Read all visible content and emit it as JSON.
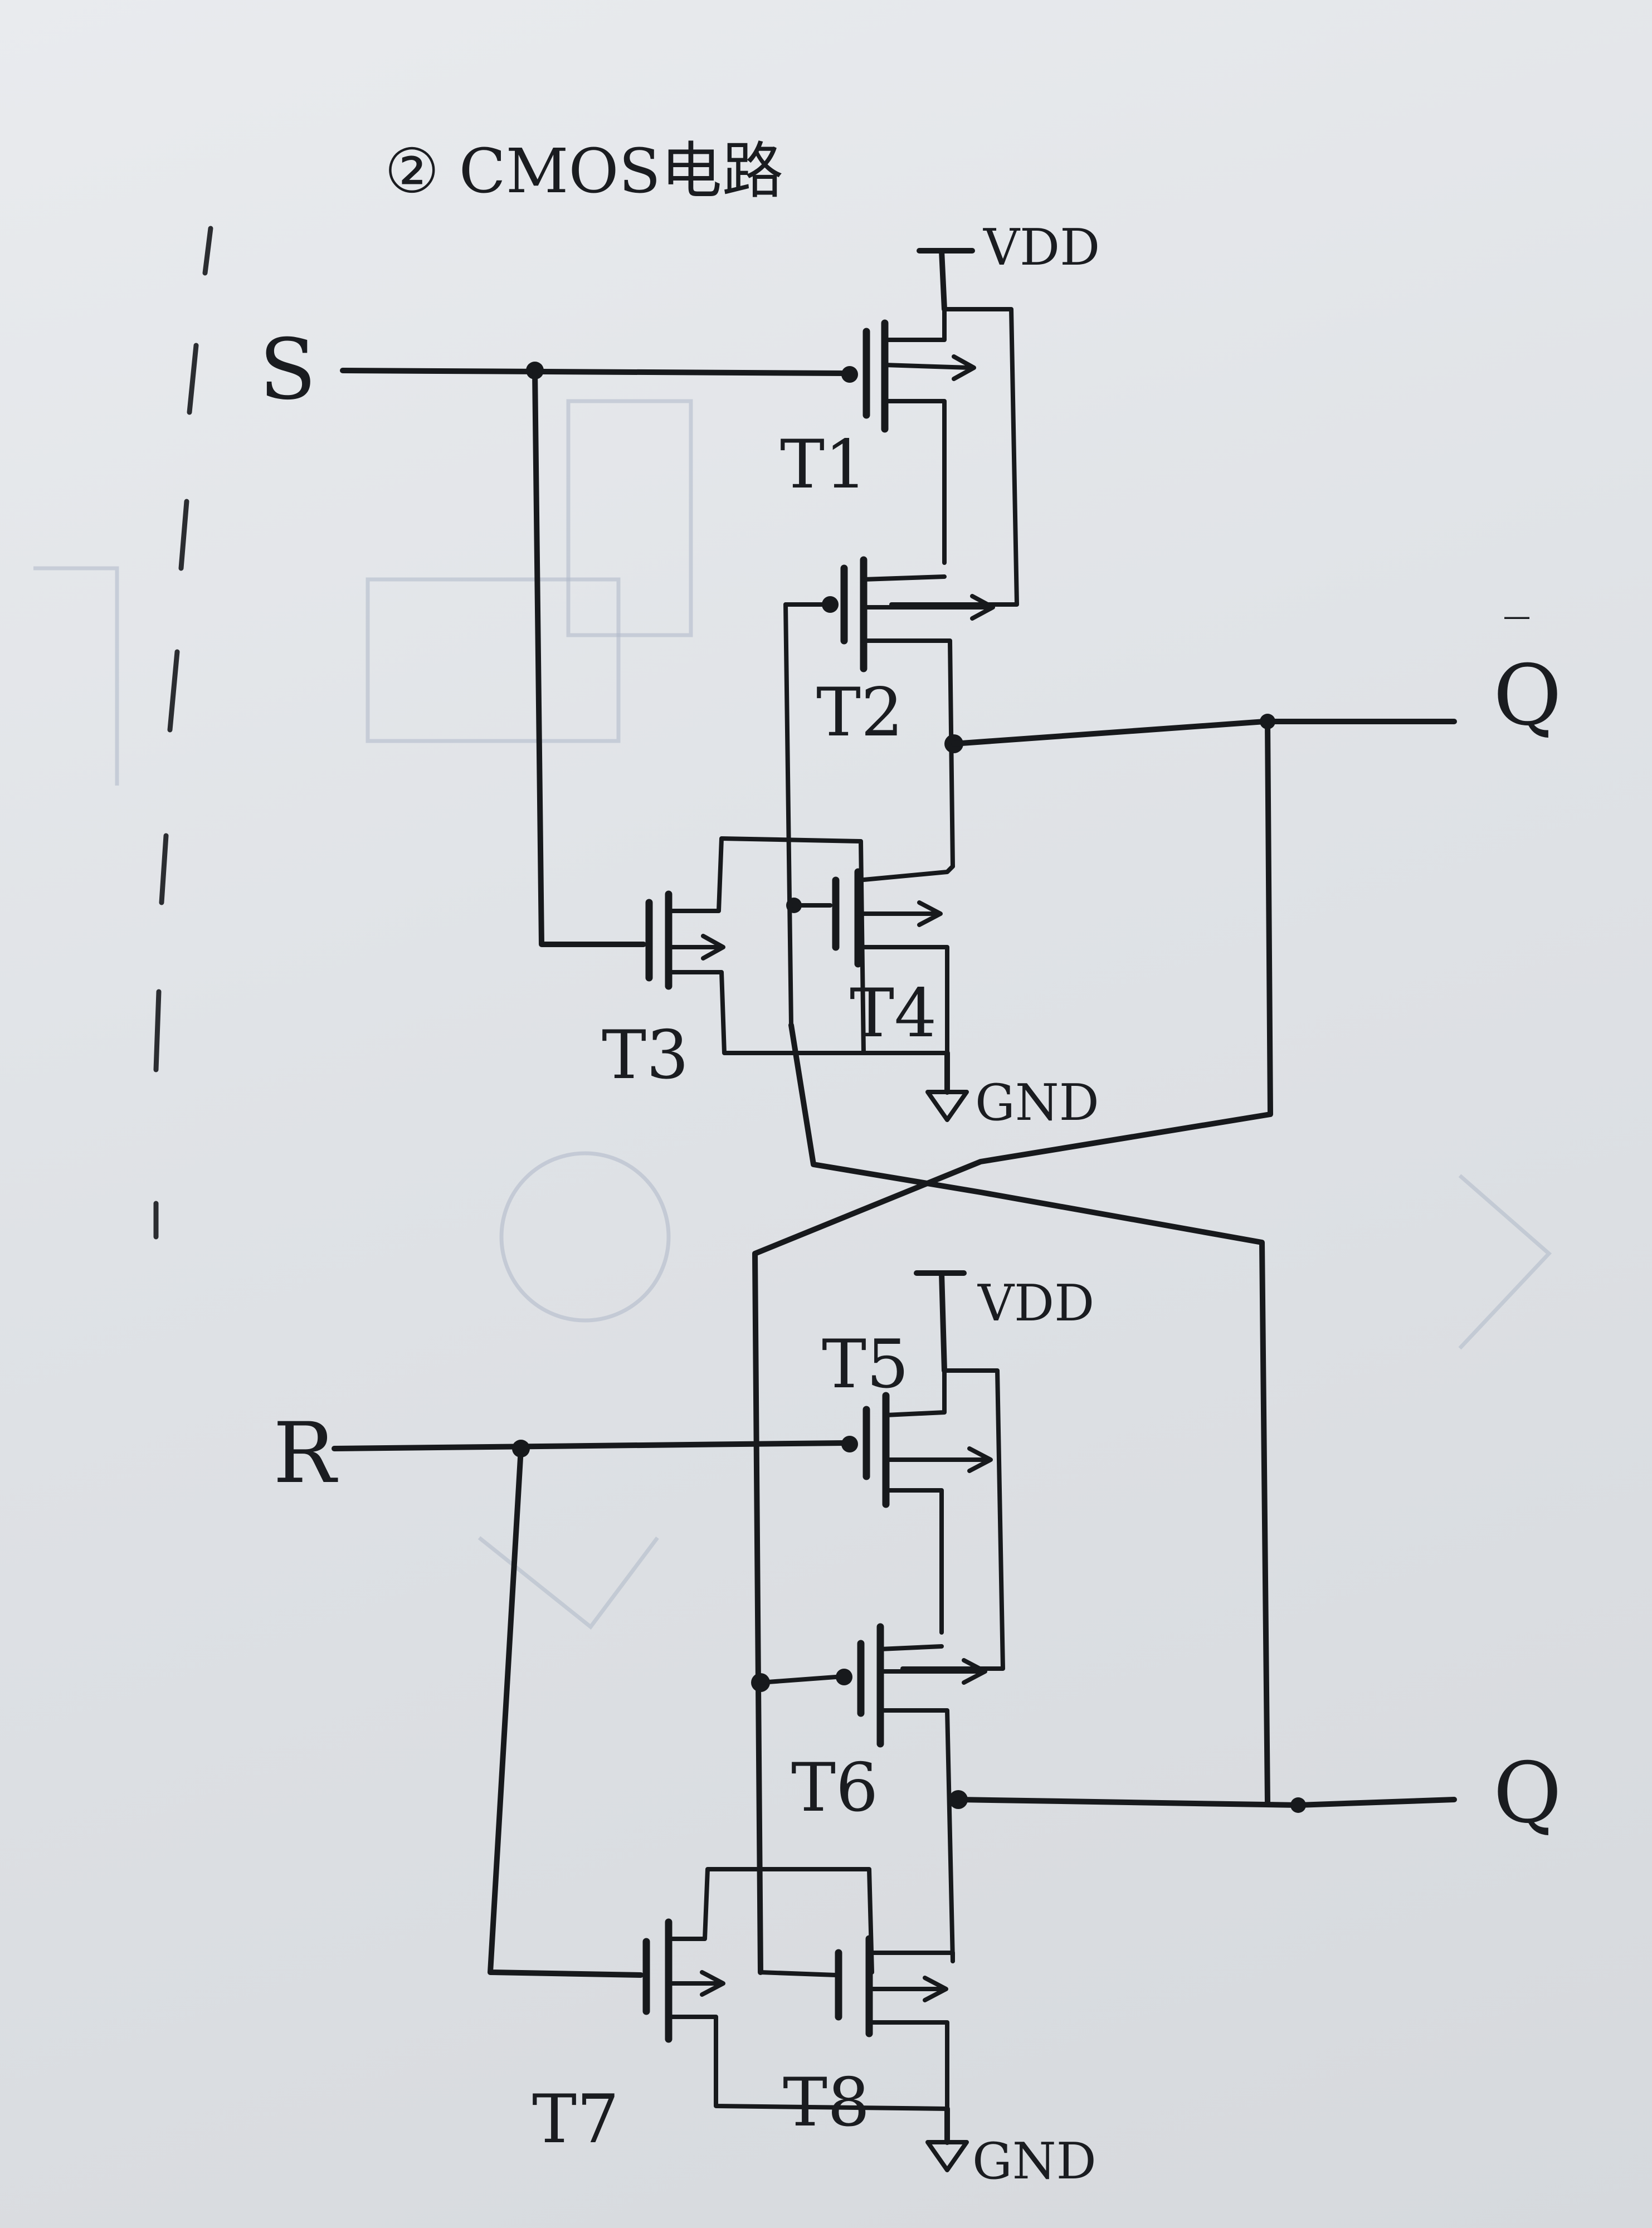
{
  "title": "② CMOS电路",
  "inputs": {
    "s": "S",
    "r": "R"
  },
  "outputs": {
    "q_bar_overline": "_",
    "q_bar": "Q",
    "q": "Q"
  },
  "supplies": {
    "vdd_top": "VDD",
    "gnd_top": "GND",
    "vdd_bottom": "VDD",
    "gnd_bottom": "GND"
  },
  "transistors": {
    "t1": "T1",
    "t2": "T2",
    "t3": "T3",
    "t4": "T4",
    "t5": "T5",
    "t6": "T6",
    "t7": "T7",
    "t8": "T8"
  },
  "colors": {
    "paper": "#e6e8eb",
    "ink": "#17191c",
    "bleed_through": "#aeb8c8"
  }
}
